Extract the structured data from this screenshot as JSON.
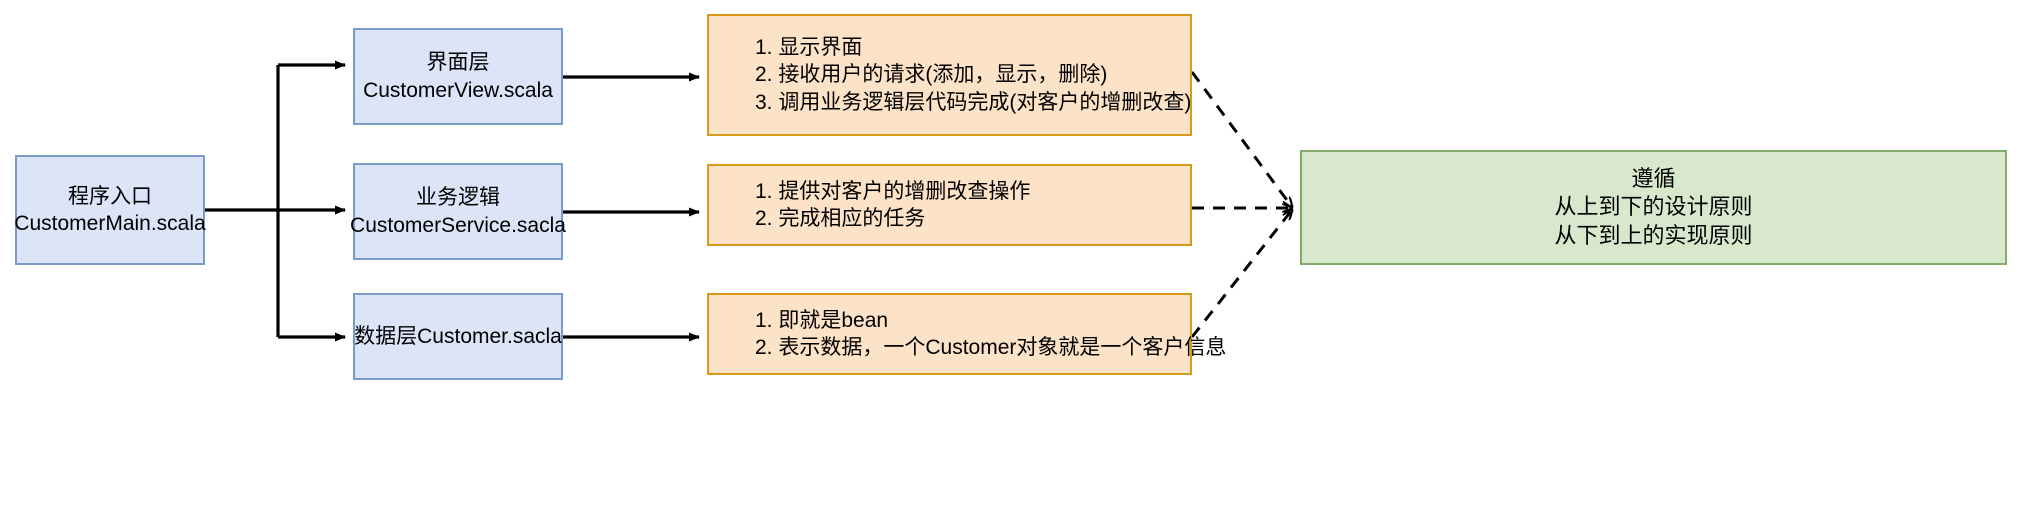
{
  "diagram": {
    "type": "layered-architecture-flow",
    "entry": {
      "name": "program-entry",
      "lines": [
        "程序入口",
        "CustomerMain.scala"
      ],
      "fill": "#dbe5f7",
      "stroke": "#7a9bc9"
    },
    "layers": [
      {
        "name": "view-layer",
        "lines": [
          "界面层",
          "CustomerView.scala"
        ],
        "fill": "#dbe5f7",
        "stroke": "#7a9bc9"
      },
      {
        "name": "service-layer",
        "lines": [
          "业务逻辑",
          "CustomerService.sacla"
        ],
        "fill": "#dbe5f7",
        "stroke": "#7a9bc9"
      },
      {
        "name": "data-layer",
        "lines": [
          "数据层Customer.sacla"
        ],
        "fill": "#dbe5f7",
        "stroke": "#7a9bc9"
      }
    ],
    "notes": [
      {
        "name": "view-layer-note",
        "lines": [
          "1. 显示界面",
          "2. 接收用户的请求(添加，显示，删除)",
          "3. 调用业务逻辑层代码完成(对客户的增删改查)"
        ],
        "fill": "#fce3c8",
        "stroke": "#d79b1b"
      },
      {
        "name": "service-layer-note",
        "lines": [
          "1. 提供对客户的增删改查操作",
          "2. 完成相应的任务"
        ],
        "fill": "#fce3c8",
        "stroke": "#d79b1b"
      },
      {
        "name": "data-layer-note",
        "lines": [
          "1. 即就是bean",
          "2. 表示数据，一个Customer对象就是一个客户信息"
        ],
        "fill": "#fce3c8",
        "stroke": "#d79b1b"
      }
    ],
    "principle": {
      "name": "design-principle",
      "lines": [
        "遵循",
        "从上到下的设计原则",
        "从下到上的实现原则"
      ],
      "fill": "#d7e8cd",
      "stroke": "#84ab6a"
    },
    "connector_color": "#000000",
    "dashed_connector_color": "#000000"
  }
}
